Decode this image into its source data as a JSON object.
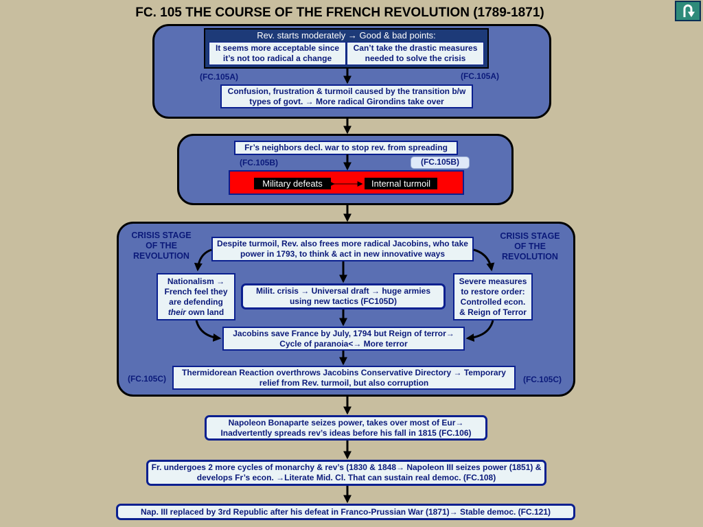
{
  "title": "FC. 105 THE COURSE OF THE FRENCH REVOLUTION (1789-1871)",
  "nav": {
    "home_icon": "return-arrow-icon"
  },
  "panel1": {
    "header": "Rev. starts moderately → Good & bad points:",
    "good": "It seems more acceptable since it’s not too radical a change",
    "bad": "Can’t take the drastic measures needed to solve the crisis",
    "ref_left": "(FC.105A)",
    "ref_right": "(FC.105A)",
    "result": "Confusion, frustration & turmoil caused by the transition b/w  types of govt. → More radical Girondins take over"
  },
  "panel2": {
    "war": "Fr’s neighbors decl. war to stop rev. from spreading",
    "ref_left": "(FC.105B)",
    "ref_right": "(FC.105B)",
    "military": "Military defeats",
    "internal": "Internal turmoil"
  },
  "panel3": {
    "crisis_left": "CRISIS STAGE OF THE REVOLUTION",
    "crisis_right": "CRISIS STAGE OF THE REVOLUTION",
    "jacobins": "Despite turmoil, Rev. also frees more radical Jacobins, who take power in 1793, to think & act in new innovative ways",
    "nationalism_1": "Nationalism → French feel they are defending",
    "nationalism_em": "their",
    "nationalism_2": " own land",
    "milit": "Milit. crisis → Universal draft → huge armies using new tactics (FC105D)",
    "severe": "Severe measures to restore order: Controlled econ. & Reign of Terror",
    "save": "Jacobins save France by July, 1794 but Reign of terror→ Cycle of paranoia<→ More terror",
    "thermidor": "Thermidorean Reaction overthrows Jacobins Conservative Directory → Temporary relief from Rev. turmoil, but also corruption",
    "ref_left": "(FC.105C)",
    "ref_right": "(FC.105C)"
  },
  "napoleon": "Napoleon Bonaparte seizes power, takes over most of Eur→ Inadvertently spreads rev’s ideas before his fall in 1815 (FC.106)",
  "cycles": "Fr. undergoes 2 more cycles of monarchy & rev’s (1830 & 1848→ Napoleon III seizes power (1851) & develops Fr’s econ. →Literate Mid. Cl. That can sustain real democ. (FC.108)",
  "republic": "Nap. III replaced by 3rd Republic after his defeat in Franco-Prussian War (1871)→ Stable democ. (FC.121)"
}
